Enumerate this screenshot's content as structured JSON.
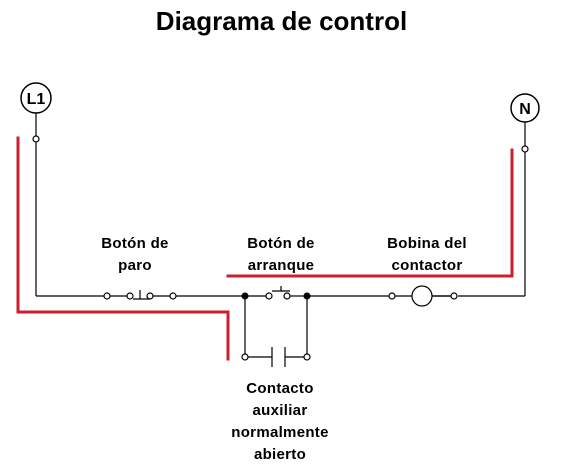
{
  "title": "Diagrama de control",
  "terminals": {
    "left": "L1",
    "right": "N"
  },
  "labels": {
    "stop_button": [
      "Botón de",
      "paro"
    ],
    "start_button": [
      "Botón de",
      "arranque"
    ],
    "coil": [
      "Bobina del",
      "contactor"
    ],
    "aux_contact": [
      "Contacto",
      "auxiliar",
      "normalmente",
      "abierto"
    ]
  },
  "colors": {
    "wire": "#000000",
    "highlight_path": "#cc1f2e",
    "background": "#ffffff"
  }
}
